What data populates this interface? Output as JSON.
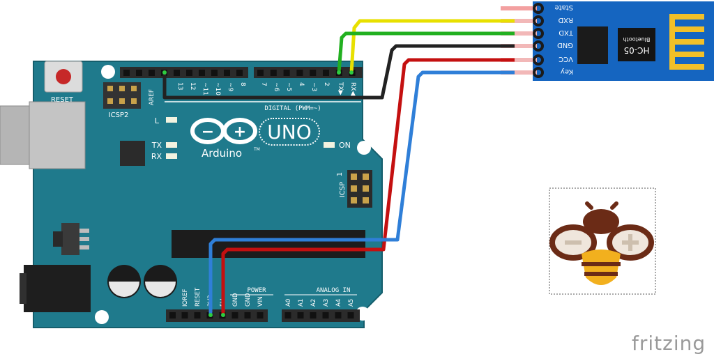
{
  "diagram": {
    "board": {
      "reset_label": "RESET",
      "icsp2_label": "ICSP2",
      "aref_label": "AREF",
      "digital_header_labels": [
        "13",
        "12",
        "~11",
        "~10",
        "~9",
        "8",
        "7",
        "~6",
        "~5",
        "4",
        "~3",
        "2",
        "TX▶1",
        "RX◀0"
      ],
      "digital_caption": "DIGITAL (PWM=~)",
      "led_l_label": "L",
      "led_tx_label": "TX",
      "led_rx_label": "RX",
      "on_label": "ON",
      "logo_minus": "−",
      "logo_plus": "+",
      "uno_label": "UNO",
      "brand_label": "Arduino",
      "tm_label": "TM",
      "icsp_label": "ICSP",
      "icsp_pin1": "1",
      "power_caption": "POWER",
      "power_labels": [
        "IOREF",
        "RESET",
        "3V3",
        "5V",
        "GND",
        "GND",
        "VIN"
      ],
      "analog_caption": "ANALOG IN",
      "analog_labels": [
        "A0",
        "A1",
        "A2",
        "A3",
        "A4",
        "A5"
      ]
    },
    "module": {
      "pin_labels": [
        "State",
        "RXD",
        "TXD",
        "GND",
        "VCC",
        "Key"
      ],
      "chip_label": "HC-05",
      "sub_label": "Bluetooth"
    },
    "wires": [
      {
        "name": "yellow-wire",
        "color": "#e8e000"
      },
      {
        "name": "green-wire",
        "color": "#22b020"
      },
      {
        "name": "black-wire",
        "color": "#222222"
      },
      {
        "name": "red-wire",
        "color": "#c41010"
      },
      {
        "name": "blue-wire",
        "color": "#2f7fd8"
      }
    ],
    "colors": {
      "board": "#1f7a8c",
      "board_edge": "#155e6c",
      "module": "#1565c0",
      "header": "#2b2b2b"
    },
    "footer_brand": "fritzing"
  }
}
